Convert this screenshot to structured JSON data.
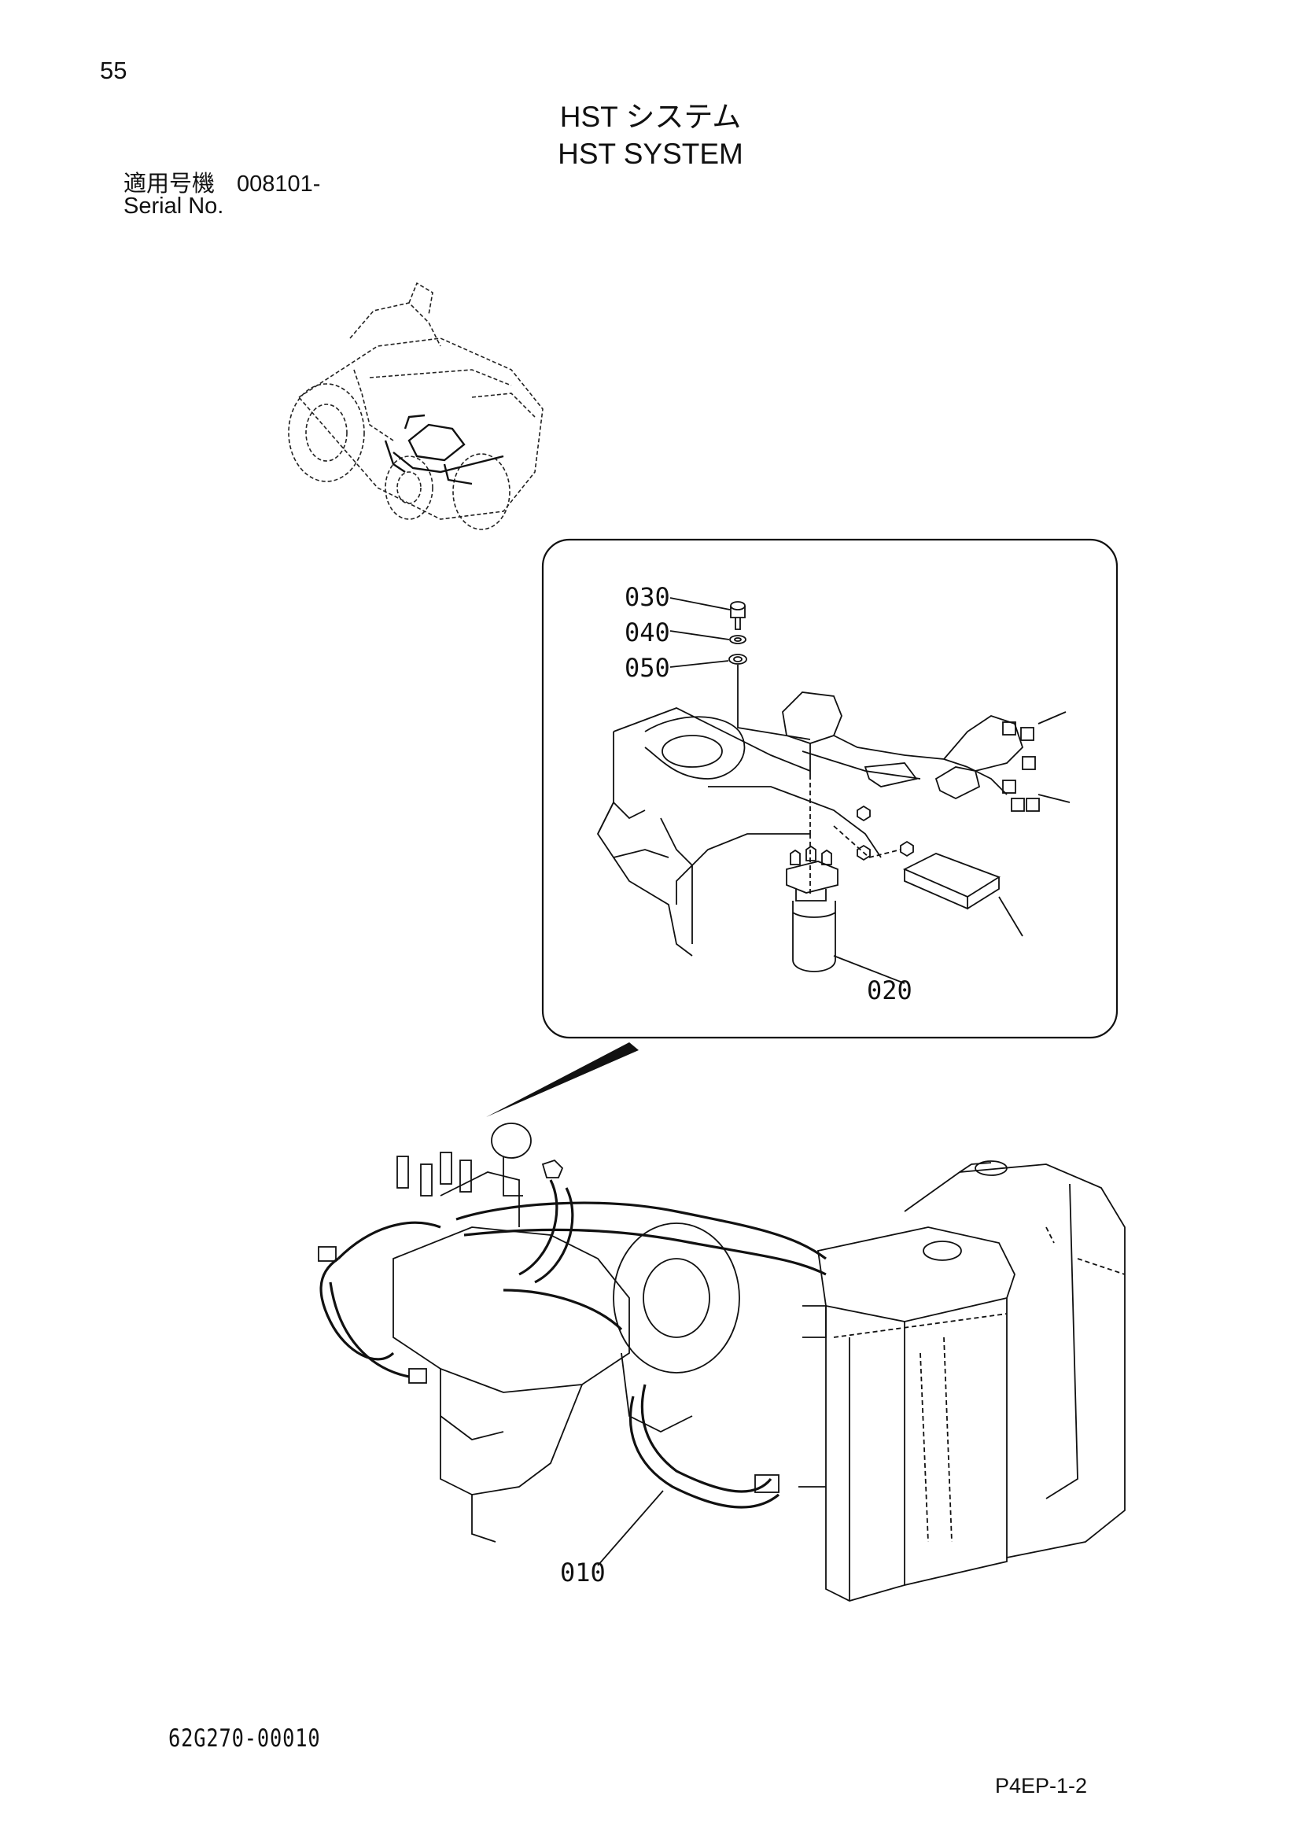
{
  "header": {
    "page_number": "55",
    "title_jp": "HST システム",
    "title_en": "HST SYSTEM",
    "serial_label_jp": "適用号機",
    "serial_value": "008101-",
    "serial_label_en": "Serial No."
  },
  "callouts": {
    "p030": "030",
    "p040": "040",
    "p050": "050",
    "p020": "020",
    "p010": "010"
  },
  "footer": {
    "drawing_number": "62G270-00010",
    "page_code": "P4EP-1-2"
  }
}
